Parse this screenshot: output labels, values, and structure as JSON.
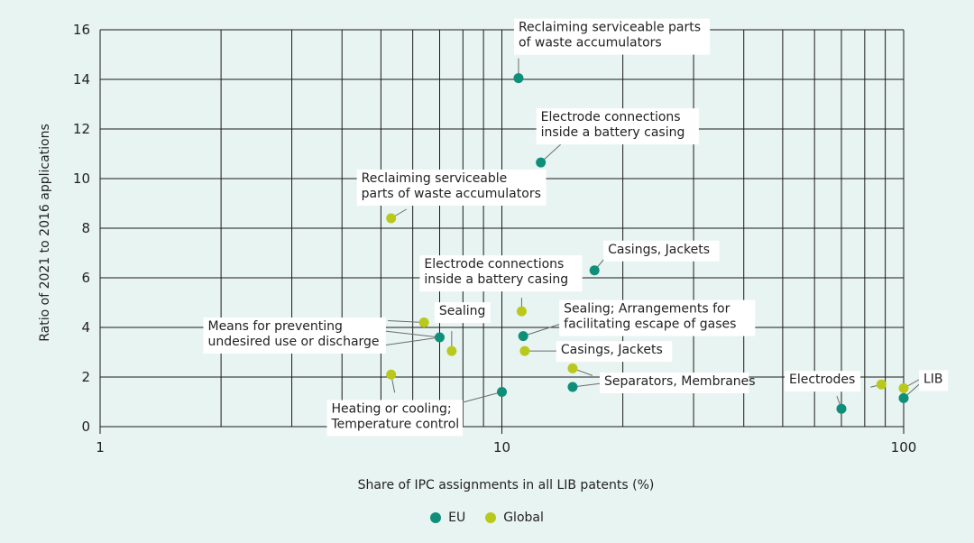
{
  "chart_data": {
    "type": "scatter",
    "x_scale": "log",
    "xlim": [
      1,
      100
    ],
    "ylim": [
      0,
      16
    ],
    "x_ticks": [
      "1",
      "10",
      "100"
    ],
    "y_ticks": [
      "0",
      "2",
      "4",
      "6",
      "8",
      "10",
      "12",
      "14",
      "16"
    ],
    "xlabel": "Share of IPC assignments in all LIB patents (%)",
    "ylabel": "Ratio of 2021 to 2016 applications",
    "grid": true,
    "legend_position": "bottom-center",
    "series": [
      {
        "name": "EU",
        "color": "#0f8f7a",
        "points": [
          {
            "x": 11.0,
            "y": 14.05,
            "label": "Reclaiming serviceable parts\nof waste accumulators"
          },
          {
            "x": 12.5,
            "y": 10.65,
            "label": "Electrode connections\ninside a battery casing"
          },
          {
            "x": 17.0,
            "y": 6.3,
            "label": "Casings, Jackets"
          },
          {
            "x": 11.3,
            "y": 3.65,
            "label": "Sealing; Arrangements for\nfacilitating escape of gases"
          },
          {
            "x": 7.0,
            "y": 3.6,
            "label": "Means for preventing\nundesired use or discharge"
          },
          {
            "x": 15.0,
            "y": 1.6,
            "label": "Separators, Membranes"
          },
          {
            "x": 10.0,
            "y": 1.4,
            "label": "Heating or cooling;\nTemperature control"
          },
          {
            "x": 70.0,
            "y": 0.72,
            "label": "Electrodes"
          },
          {
            "x": 100.0,
            "y": 1.15,
            "label": "LIB"
          }
        ]
      },
      {
        "name": "Global",
        "color": "#b9c91b",
        "points": [
          {
            "x": 5.3,
            "y": 8.4,
            "label": "Reclaiming serviceable\nparts of waste accumulators"
          },
          {
            "x": 11.2,
            "y": 4.65,
            "label": "Electrode connections\ninside a battery casing"
          },
          {
            "x": 6.4,
            "y": 4.2,
            "label": ""
          },
          {
            "x": 7.5,
            "y": 3.05,
            "label": "Sealing"
          },
          {
            "x": 11.4,
            "y": 3.05,
            "label": "Casings, Jackets"
          },
          {
            "x": 5.3,
            "y": 2.1,
            "label": ""
          },
          {
            "x": 15.0,
            "y": 2.35,
            "label": ""
          },
          {
            "x": 88.0,
            "y": 1.7,
            "label": ""
          },
          {
            "x": 100.0,
            "y": 1.55,
            "label": ""
          }
        ]
      }
    ]
  }
}
